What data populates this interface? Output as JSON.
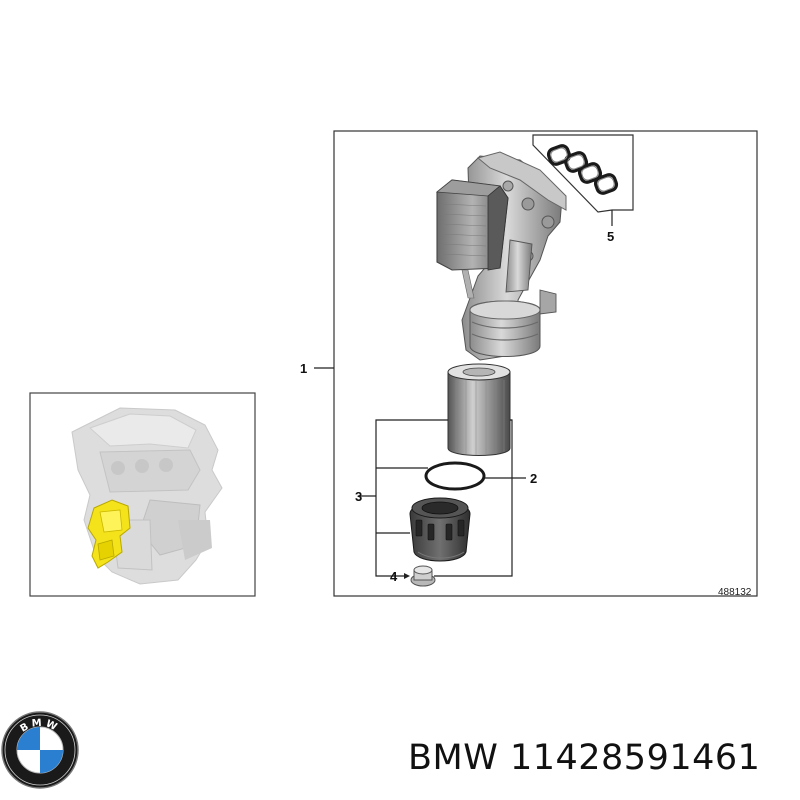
{
  "callouts": {
    "main_assembly": "1",
    "sealing_ring": "2",
    "filter_set": "3",
    "drain_plug": "4",
    "gasket_set": "5"
  },
  "diagram_ref": "488132",
  "brand": {
    "name": "BMW",
    "part_number": "11428591461",
    "logo_letters": "BMW",
    "colors": {
      "blue": "#2a7fd0",
      "white": "#ffffff",
      "black": "#111111"
    }
  }
}
